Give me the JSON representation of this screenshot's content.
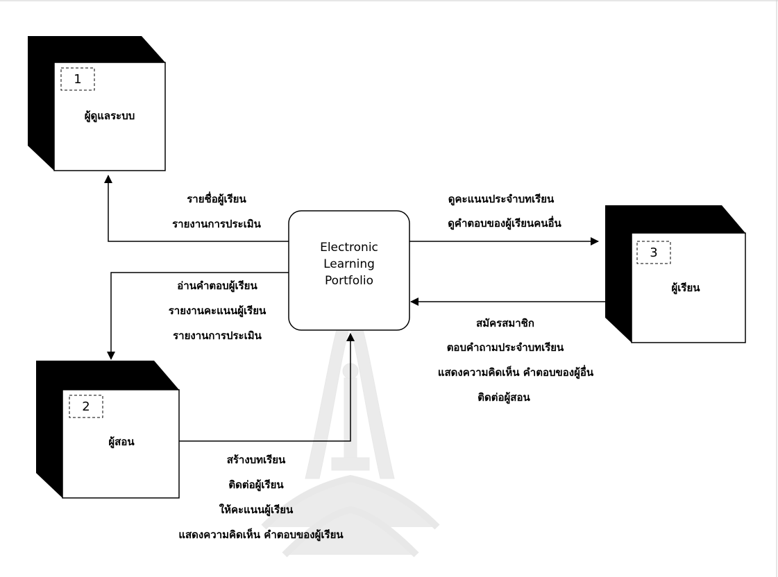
{
  "process": {
    "lines": [
      "Electronic",
      "Learning",
      "Portfolio"
    ]
  },
  "entities": {
    "admin": {
      "number": "1",
      "name": "ผู้ดูแลระบบ"
    },
    "teacher": {
      "number": "2",
      "name": "ผู้สอน"
    },
    "learner": {
      "number": "3",
      "name": "ผู้เรียน"
    }
  },
  "flows": {
    "to_admin": [
      "รายชื่อผู้เรียน",
      "รายงานการประเมิน"
    ],
    "to_learner": [
      "ดูคะแนนประจำบทเรียน",
      "ดูคำตอบของผู้เรียนคนอื่น"
    ],
    "to_teacher": [
      "อ่านคำตอบผู้เรียน",
      "รายงานคะแนนผู้เรียน",
      "รายงานการประเมิน"
    ],
    "from_learner": [
      "สมัครสมาชิก",
      "ตอบคำถามประจำบทเรียน",
      "แสดงความคิดเห็น คำตอบของผู้อื่น",
      "ติดต่อผู้สอน"
    ],
    "from_teacher": [
      "สร้างบทเรียน",
      "ติดต่อผู้เรียน",
      "ให้คะแนนผู้เรียน",
      "แสดงความคิดเห็น คำตอบของผู้เรียน"
    ]
  }
}
